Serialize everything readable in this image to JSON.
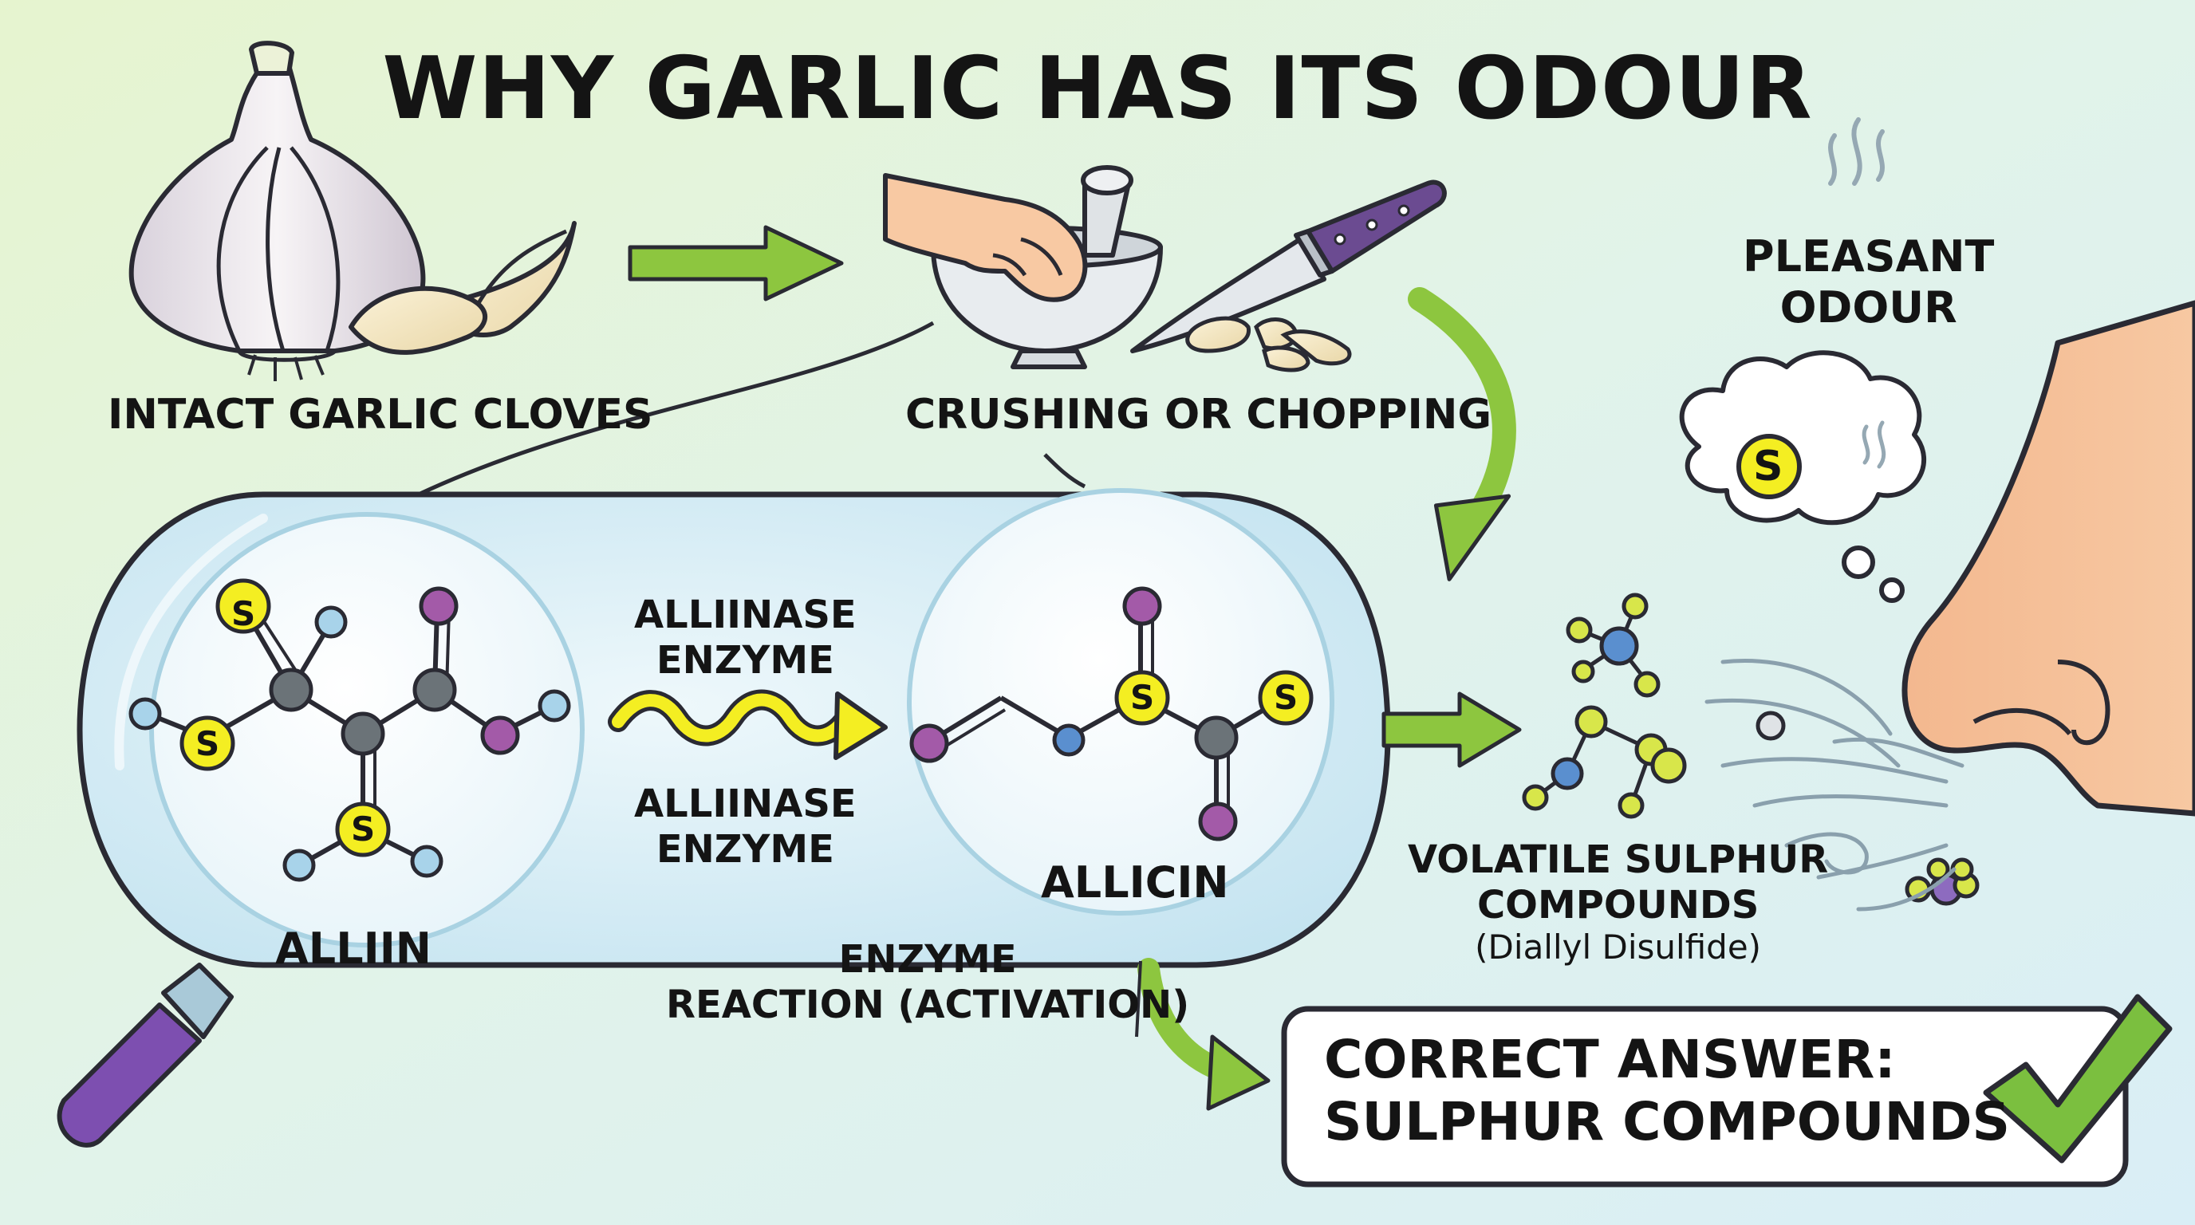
{
  "title": "WHY GARLIC HAS ITS ODOUR",
  "steps": {
    "intact": "INTACT GARLIC CLOVES",
    "crushing": "CRUSHING OR CHOPPING"
  },
  "molecules": {
    "alliin": "ALLIIN",
    "allicin": "ALLICIN",
    "sulphur_symbol": "S"
  },
  "enzyme": {
    "label_top_line1": "ALLIINASE",
    "label_top_line2": "ENZYME",
    "label_bottom_line1": "ALLIINASE",
    "label_bottom_line2": "ENZYME",
    "reaction_line1": "ENZYME",
    "reaction_line2": "REACTION (ACTIVATION)"
  },
  "volatile": {
    "line1": "VOLATILE SULPHUR",
    "line2": "COMPOUNDS",
    "sub": "(Diallyl Disulfide)"
  },
  "odour": {
    "line1": "PLEASANT",
    "line2": "ODOUR",
    "bubble_symbol": "S"
  },
  "answer": {
    "line1": "CORRECT ANSWER:",
    "line2": "SULPHUR COMPOUNDS"
  },
  "icons": [
    "garlic-bulb-icon",
    "garlic-clove-icon",
    "hand-icon",
    "mortar-pestle-icon",
    "knife-icon",
    "magnifying-glass-icon",
    "nose-icon",
    "thought-bubble-icon",
    "check-icon",
    "odour-wave-icon"
  ],
  "colors": {
    "arrow_green": "#8dc63f",
    "sulphur_yellow": "#f4ee22",
    "atom_purple": "#a35aa8",
    "atom_blue": "#5a8fcf",
    "atom_gray": "#6b7378",
    "lens_blue": "#d4ecf5",
    "check_green": "#7bbf3f",
    "handle_purple": "#7d4fb0"
  }
}
